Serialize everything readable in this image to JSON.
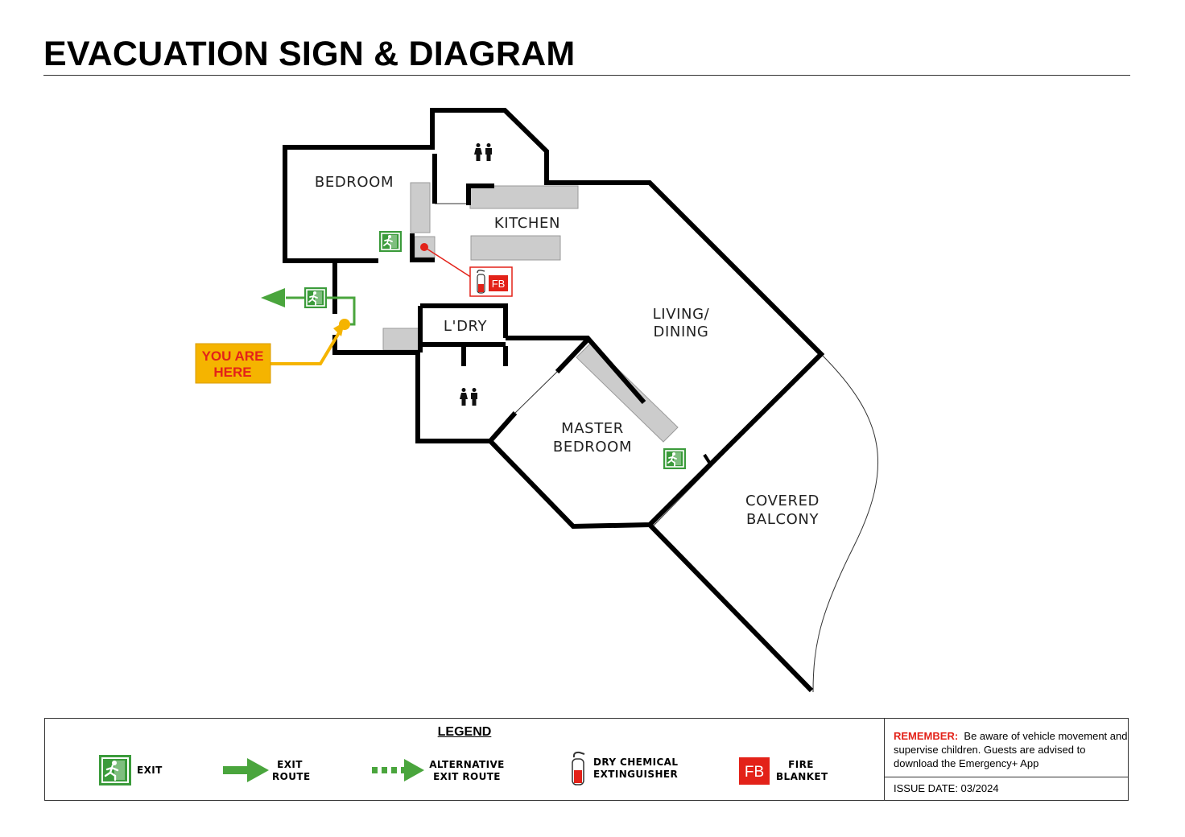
{
  "title": "EVACUATION SIGN & DIAGRAM",
  "rooms": {
    "bedroom": "BEDROOM",
    "kitchen": "KITCHEN",
    "living": [
      "LIVING/",
      "DINING"
    ],
    "laundry": "L'DRY",
    "master": [
      "MASTER",
      "BEDROOM"
    ],
    "balcony": [
      "COVERED",
      "BALCONY"
    ]
  },
  "you_are_here": [
    "YOU ARE",
    "HERE"
  ],
  "fb_badge": "FB",
  "legend": {
    "title": "LEGEND",
    "exit": "EXIT",
    "exit_route": [
      "EXIT",
      "ROUTE"
    ],
    "alt_exit_route": [
      "ALTERNATIVE",
      "EXIT ROUTE"
    ],
    "extinguisher": [
      "DRY CHEMICAL",
      "EXTINGUISHER"
    ],
    "fb_badge": "FB",
    "fire_blanket": [
      "FIRE",
      "BLANKET"
    ]
  },
  "remember": {
    "label": "REMEMBER:",
    "text": "Be aware of vehicle movement and supervise children.  Guests are advised to download the Emergency+ App"
  },
  "issue_date": "ISSUE DATE: 03/2024",
  "colors": {
    "exit_green": "#3b9b3b",
    "route_green": "#4aa53d",
    "you_are_here_bg": "#f5b400",
    "you_are_here_text": "#e32219",
    "fire_red": "#e32219",
    "furniture_grey": "#cccccc"
  }
}
